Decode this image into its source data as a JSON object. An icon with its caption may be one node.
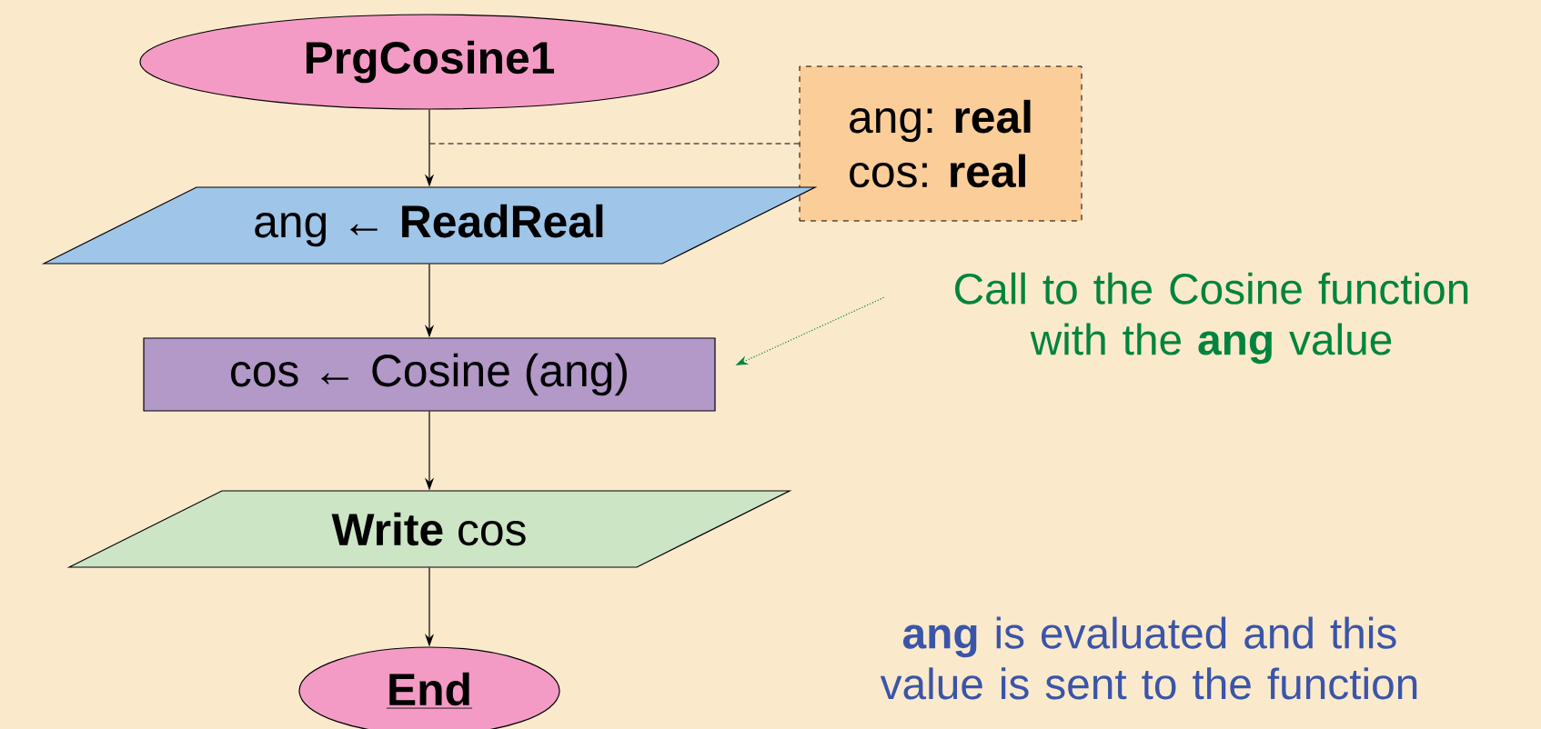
{
  "diagram": {
    "nodes": [
      {
        "text": [
          "PrgCosine1"
        ]
      },
      {
        "text": [
          "ang: **real**",
          "cos: **real**"
        ]
      },
      {
        "text": [
          "ang ← **ReadReal**"
        ]
      },
      {
        "text": [
          "cos ← Cosine (ang)"
        ]
      },
      {
        "text": [
          "**Write** cos"
        ]
      },
      {
        "text": [
          "End"
        ]
      },
      {
        "text": [
          "Call to the Cosine function with the **ang** value"
        ]
      }
    ],
    "edges": [
      {
        "from": 0,
        "to": 2,
        "arrow": "to"
      },
      {
        "from": 2,
        "to": 3,
        "arrow": "to"
      },
      {
        "from": 3,
        "to": 4,
        "arrow": "to"
      },
      {
        "from": 4,
        "to": 5,
        "arrow": "to"
      },
      {
        "from": 1,
        "to": null,
        "arrow": "none",
        "style": "dashed"
      },
      {
        "from": 6,
        "to": 3,
        "arrow": "to",
        "style": "dashed",
        "color": "#00843d"
      }
    ],
    "labels": [
      "**ang** is evaluated and this value is sent to the function"
    ]
  }
}
